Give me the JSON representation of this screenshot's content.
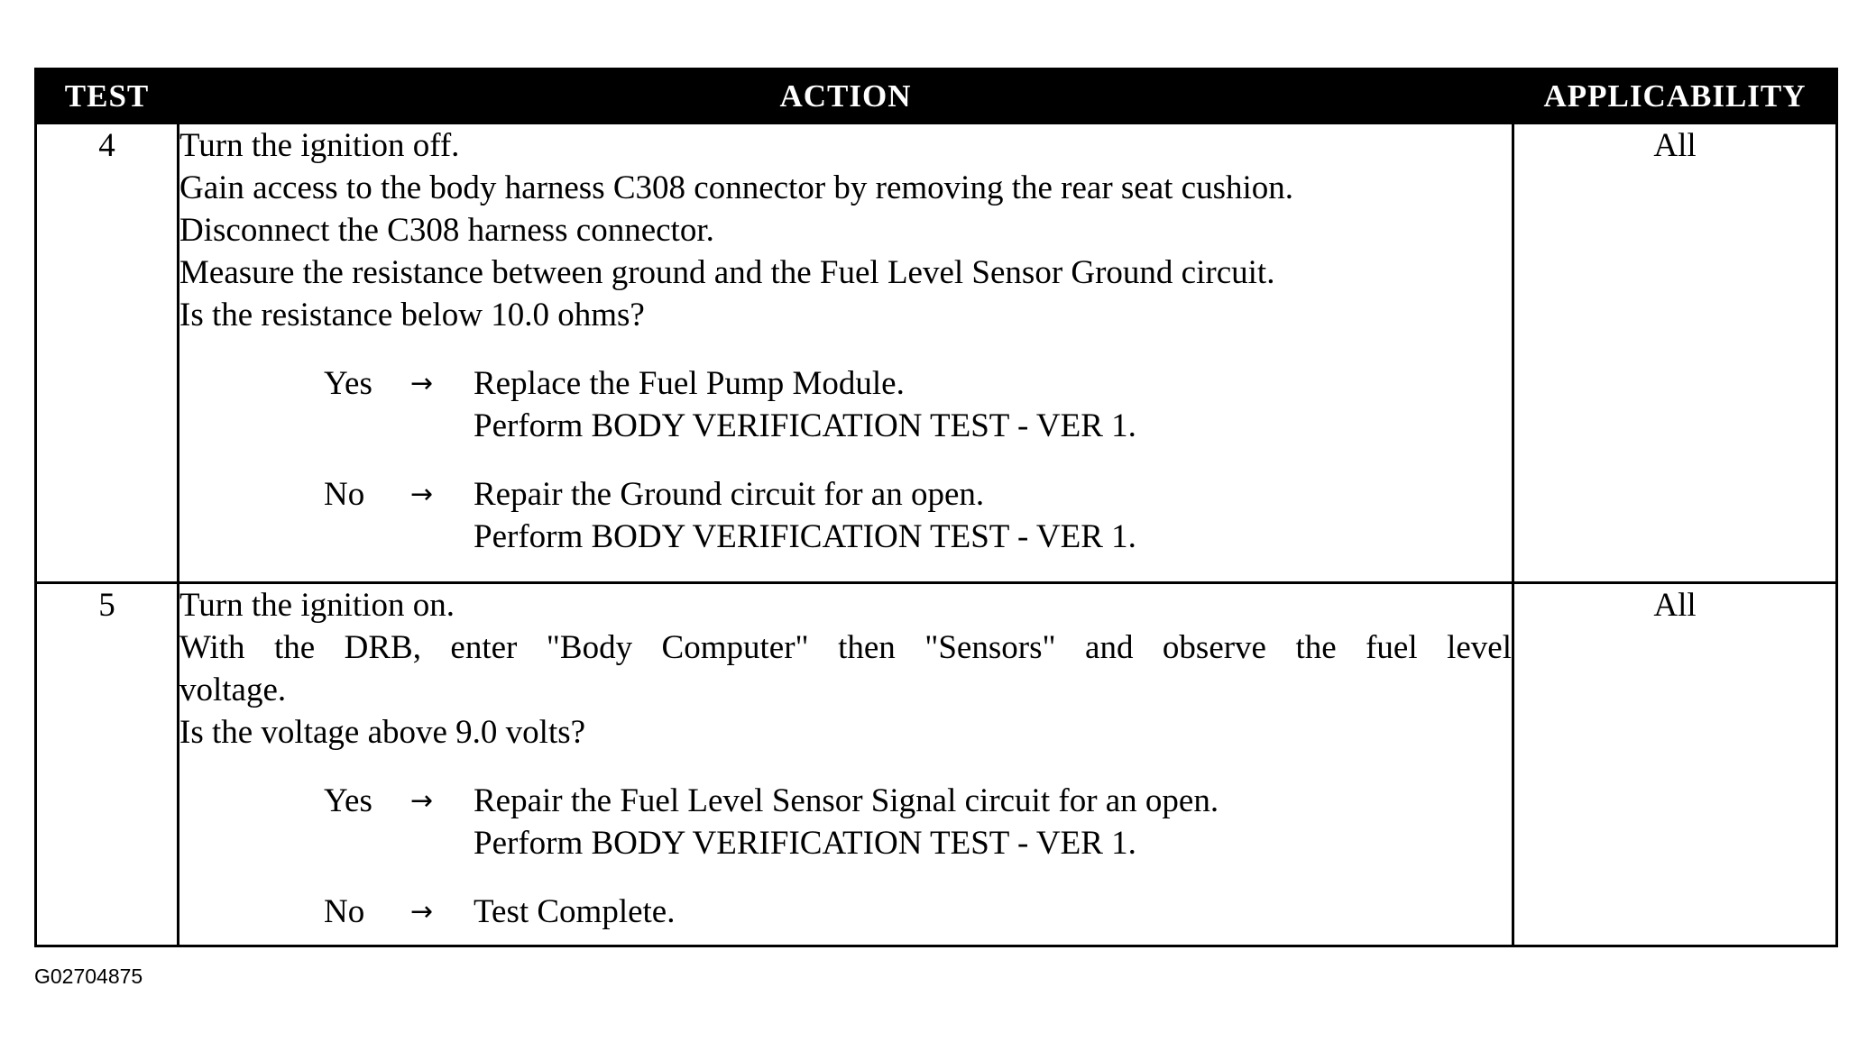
{
  "headers": {
    "test": "TEST",
    "action": "ACTION",
    "applicability": "APPLICABILITY"
  },
  "rows": [
    {
      "test": "4",
      "applicability": "All",
      "steps": [
        "Turn the ignition off.",
        "Gain access to the body harness C308 connector by removing the rear seat cushion.",
        "Disconnect the C308 harness connector.",
        "Measure the resistance between ground and the Fuel Level Sensor Ground circuit.",
        "Is the resistance below 10.0 ohms?"
      ],
      "yes": {
        "label": "Yes",
        "arrow": "→",
        "lines": [
          "Replace the Fuel Pump Module.",
          "Perform BODY VERIFICATION TEST - VER 1."
        ]
      },
      "no": {
        "label": "No",
        "arrow": "→",
        "lines": [
          "Repair the Ground circuit for an open.",
          "Perform BODY VERIFICATION TEST - VER 1."
        ]
      }
    },
    {
      "test": "5",
      "applicability": "All",
      "steps": [
        "Turn the ignition on.",
        "With the DRB, enter \"Body Computer\" then \"Sensors\" and observe the fuel level",
        "voltage.",
        "Is the voltage above 9.0 volts?"
      ],
      "yes": {
        "label": "Yes",
        "arrow": "→",
        "lines": [
          "Repair the Fuel Level Sensor Signal circuit for an open.",
          "Perform BODY VERIFICATION TEST - VER 1."
        ]
      },
      "no": {
        "label": "No",
        "arrow": "→",
        "lines": [
          "Test Complete."
        ]
      }
    }
  ],
  "figure_id": "G02704875"
}
